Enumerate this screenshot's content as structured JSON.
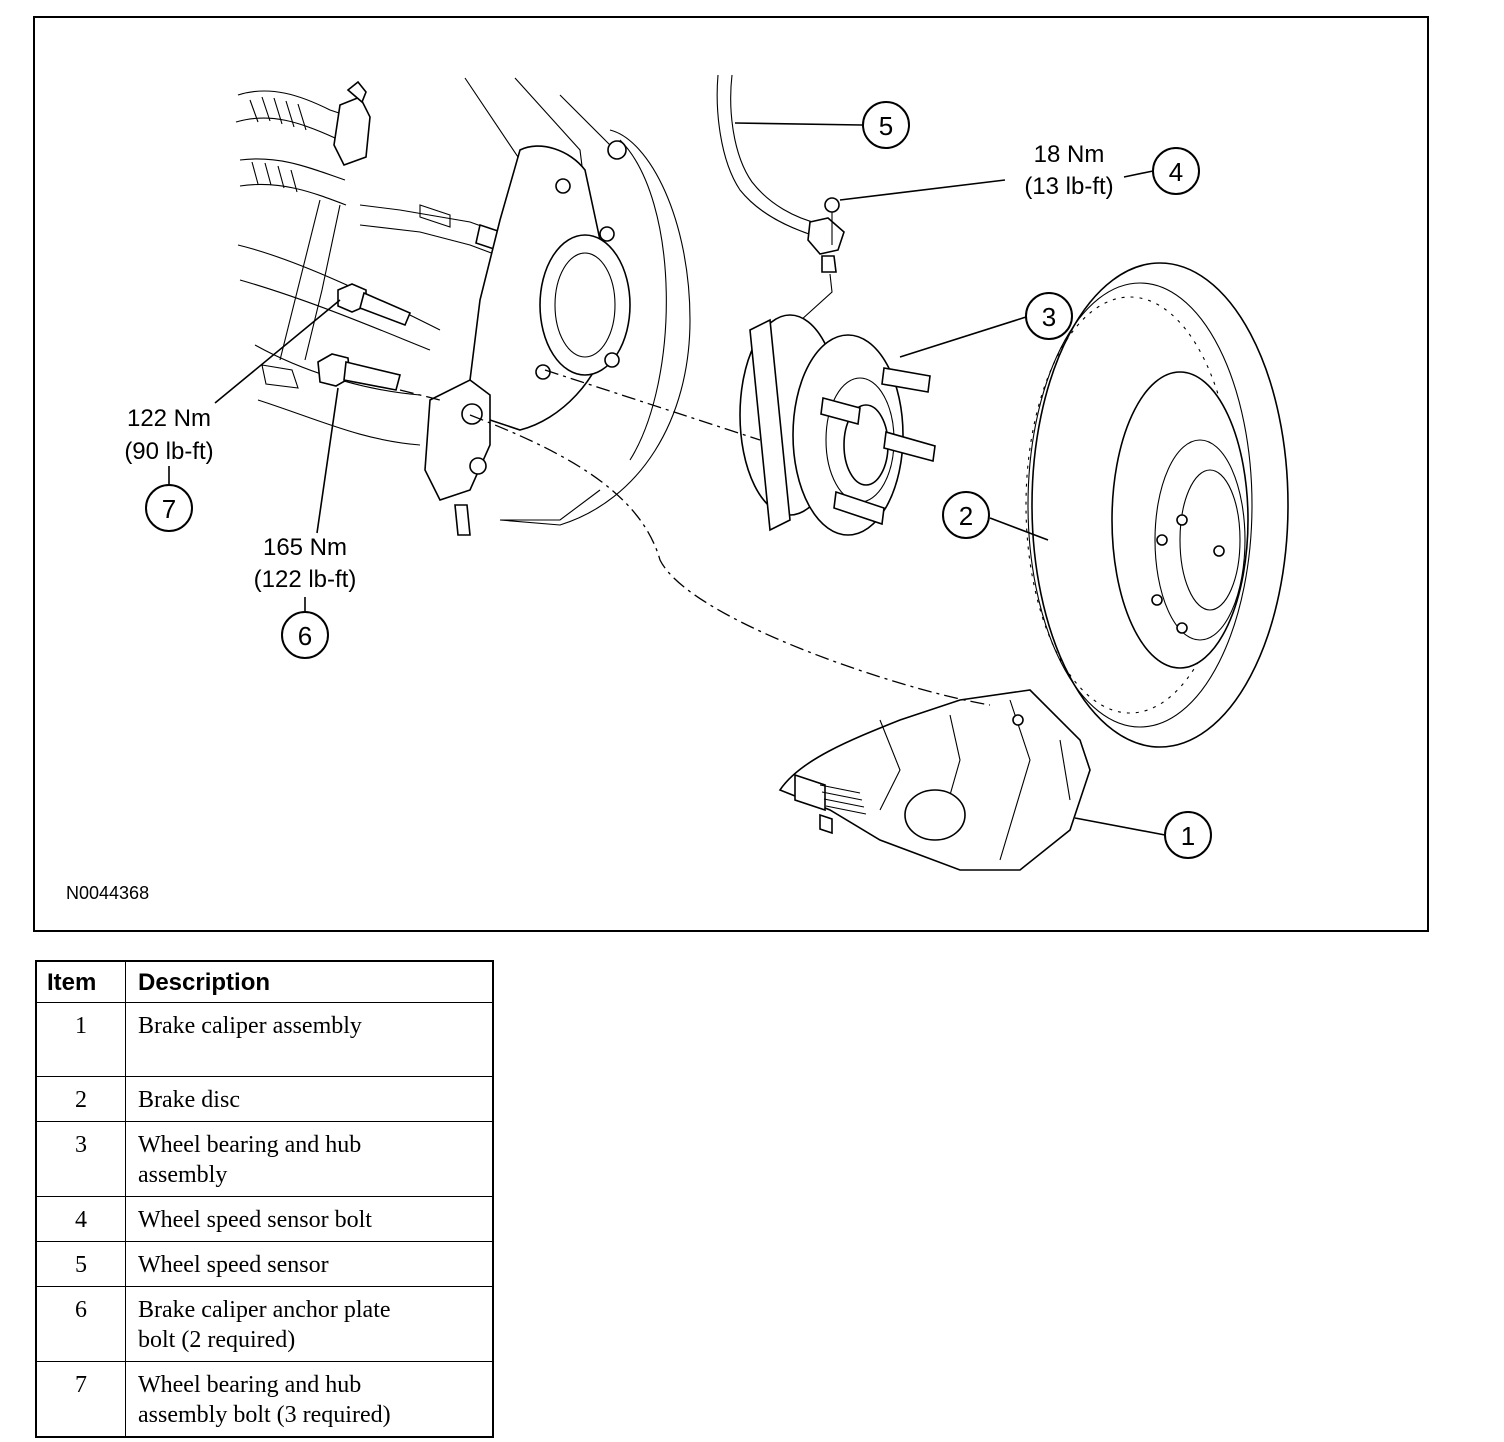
{
  "figure": {
    "id": "N0044368",
    "callouts": [
      {
        "num": "1"
      },
      {
        "num": "2"
      },
      {
        "num": "3"
      },
      {
        "num": "4"
      },
      {
        "num": "5"
      },
      {
        "num": "6"
      },
      {
        "num": "7"
      }
    ],
    "torques": {
      "item4": {
        "metric": "18 Nm",
        "imperial": "(13 lb-ft)"
      },
      "item6": {
        "metric": "165 Nm",
        "imperial": "(122 lb-ft)"
      },
      "item7": {
        "metric": "122 Nm",
        "imperial": "(90 lb-ft)"
      }
    }
  },
  "legend": {
    "headers": {
      "item": "Item",
      "description": "Description"
    },
    "rows": [
      {
        "item": "1",
        "line1": "Brake caliper assembly",
        "line2": ""
      },
      {
        "item": "2",
        "line1": "Brake disc",
        "line2": ""
      },
      {
        "item": "3",
        "line1": "Wheel bearing and hub",
        "line2": "assembly"
      },
      {
        "item": "4",
        "line1": "Wheel speed sensor bolt",
        "line2": ""
      },
      {
        "item": "5",
        "line1": "Wheel speed sensor",
        "line2": ""
      },
      {
        "item": "6",
        "line1": "Brake caliper anchor plate",
        "line2": "bolt (2 required)"
      },
      {
        "item": "7",
        "line1": "Wheel bearing and hub",
        "line2": "assembly bolt (3 required)"
      }
    ]
  }
}
